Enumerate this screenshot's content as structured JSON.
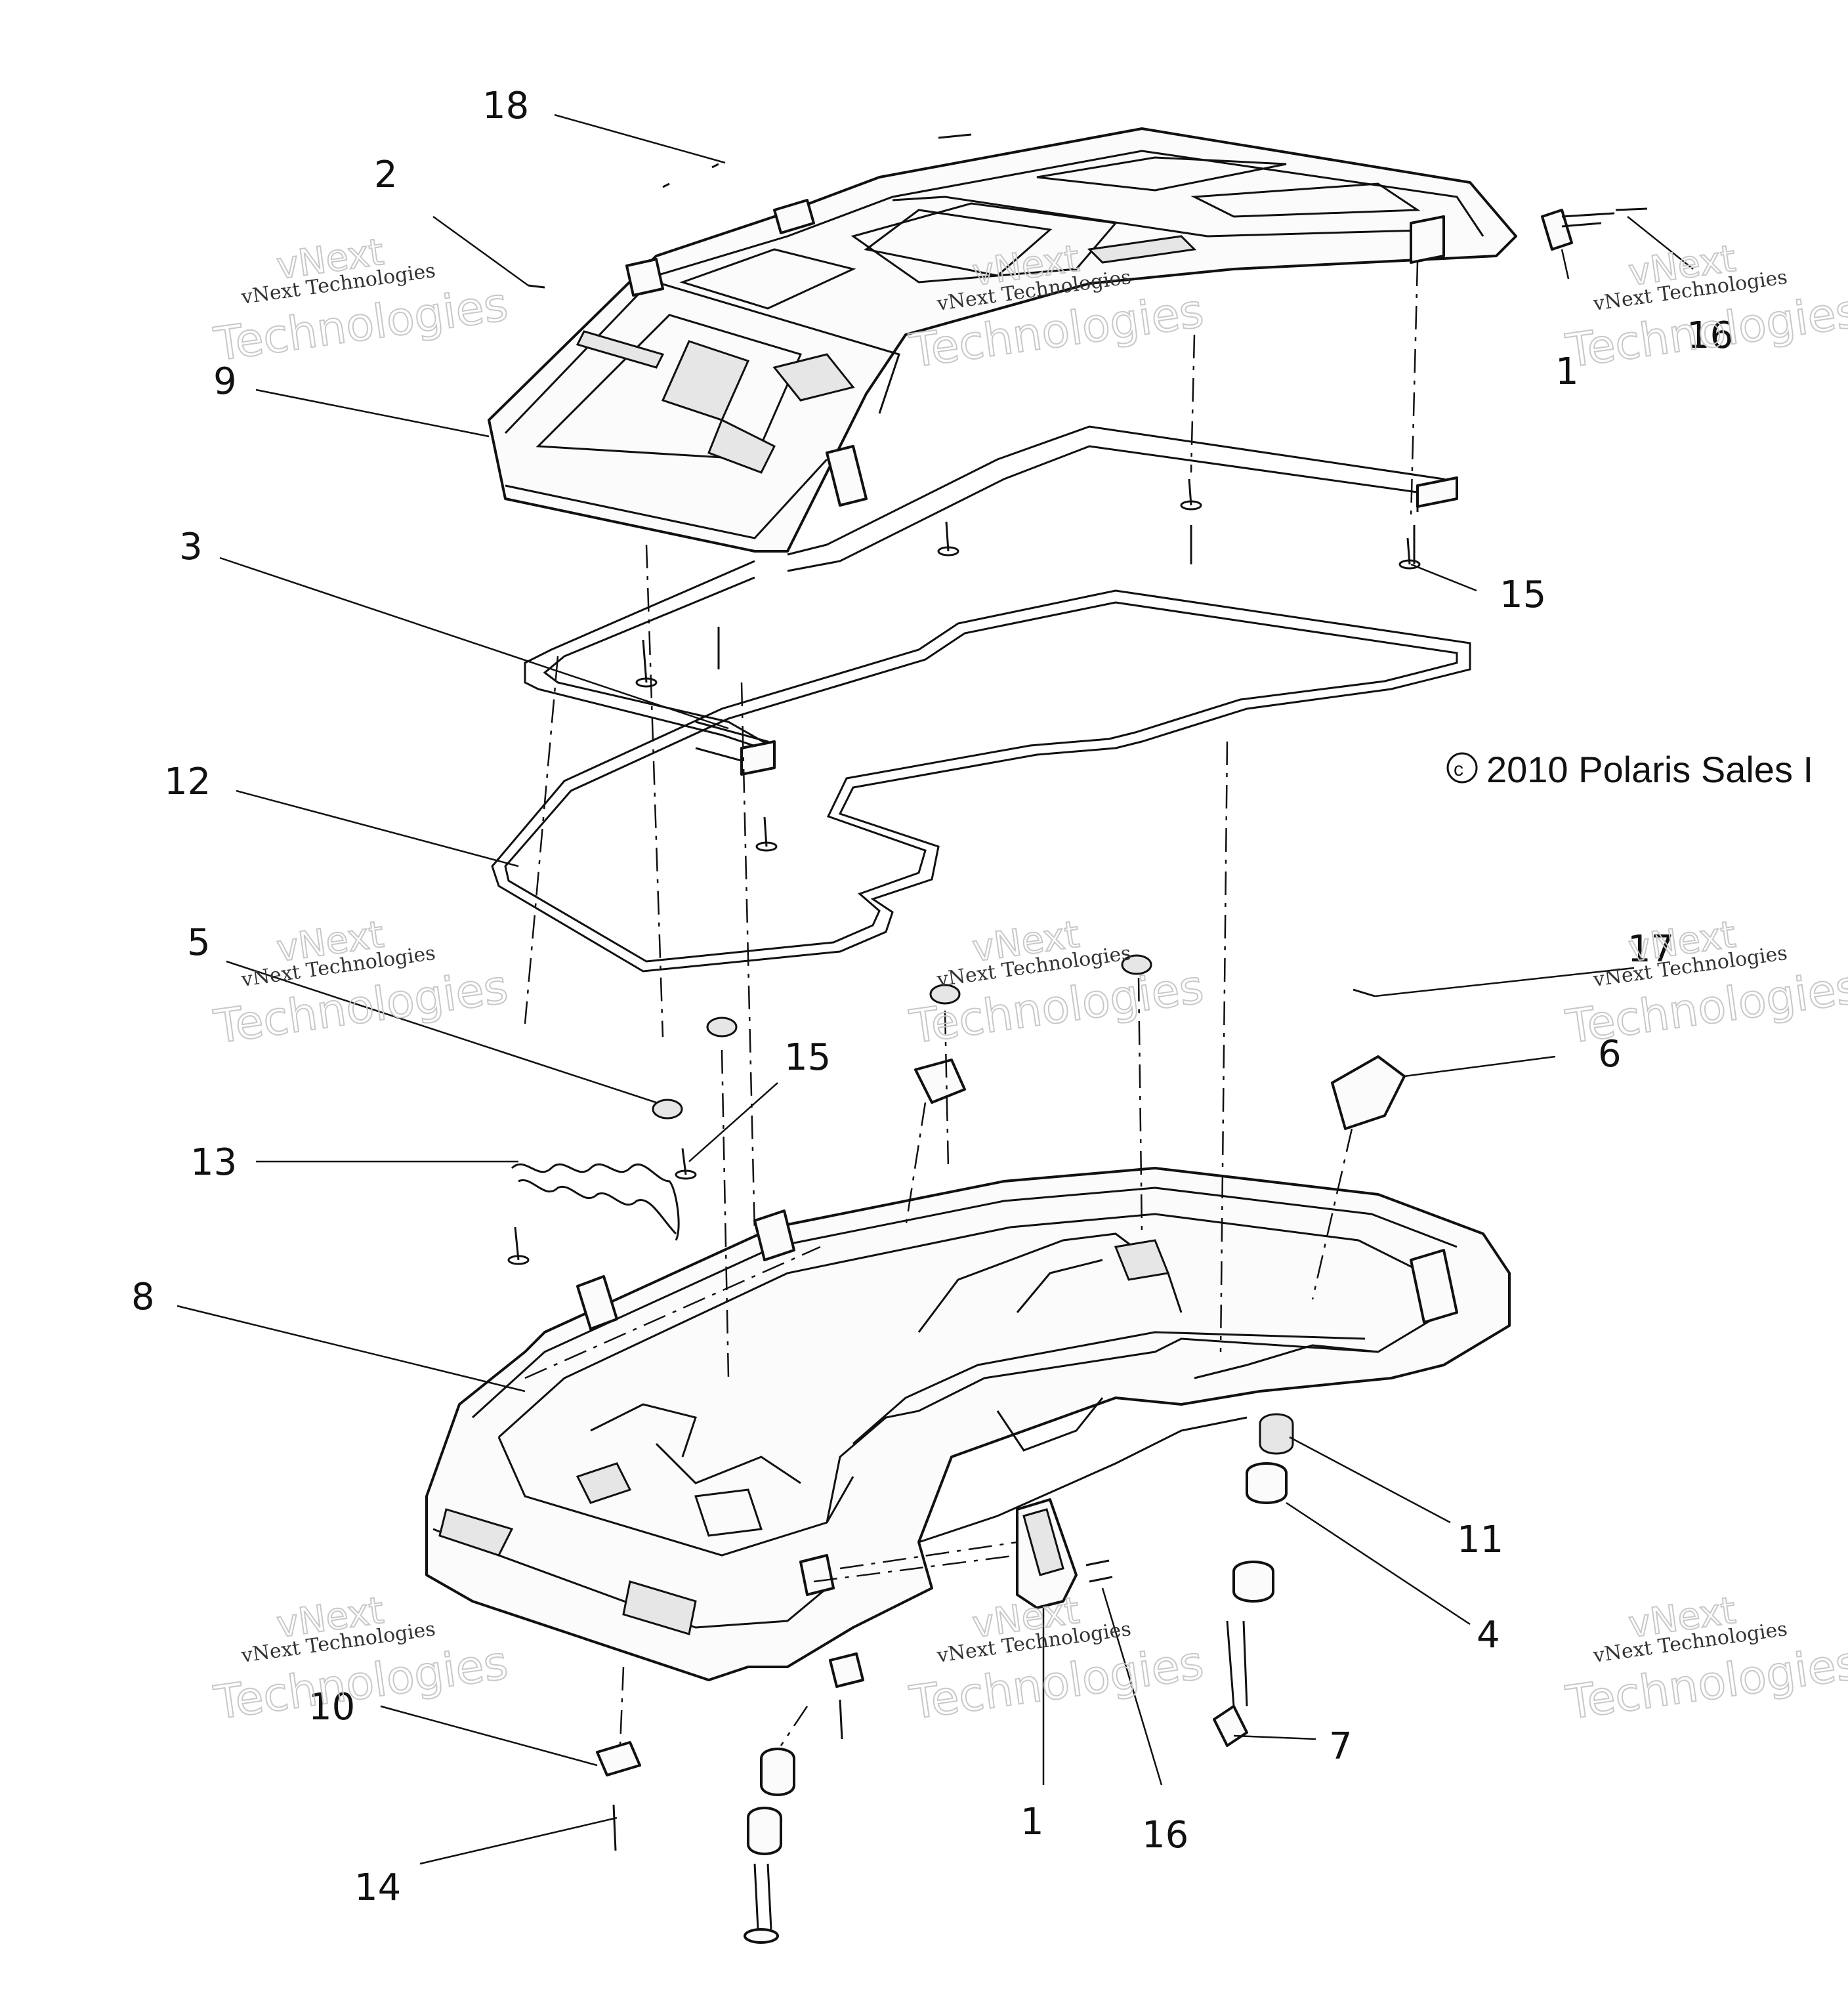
{
  "copyright": "2010 Polaris Sales I",
  "watermark": {
    "line1": "vNext Technologies",
    "line2": "Technologies",
    "line3": "vNext"
  },
  "callouts": {
    "c1a": "1",
    "c1b": "1",
    "c2": "2",
    "c3": "3",
    "c4": "4",
    "c5": "5",
    "c6": "6",
    "c7": "7",
    "c8": "8",
    "c9": "9",
    "c10": "10",
    "c11": "11",
    "c12": "12",
    "c13": "13",
    "c14": "14",
    "c15a": "15",
    "c15b": "15",
    "c16a": "16",
    "c16b": "16",
    "c17": "17",
    "c18": "18"
  },
  "icons": {
    "copyright": "copyright-symbol-icon"
  }
}
